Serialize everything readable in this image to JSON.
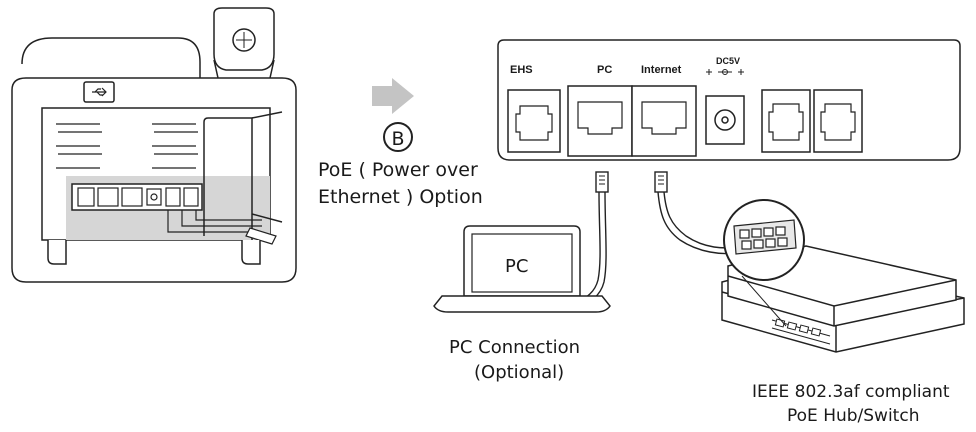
{
  "step_marker": "B",
  "poe_option": {
    "line1": "PoE ( Power over",
    "line2": "Ethernet ) Option"
  },
  "ports": {
    "ehs": "EHS",
    "pc": "PC",
    "internet": "Internet",
    "dc": "DC5V"
  },
  "laptop": {
    "screen_label": "PC",
    "caption_line1": "PC Connection",
    "caption_line2": "(Optional)"
  },
  "switch": {
    "caption_line1": "IEEE 802.3af compliant",
    "caption_line2": "PoE Hub/Switch"
  },
  "colors": {
    "line": "#222222",
    "arrow": "#c4c4c4",
    "highlight": "#d6d6d6"
  },
  "icons": {
    "usb": "usb-icon",
    "arrow": "right-arrow-icon"
  }
}
